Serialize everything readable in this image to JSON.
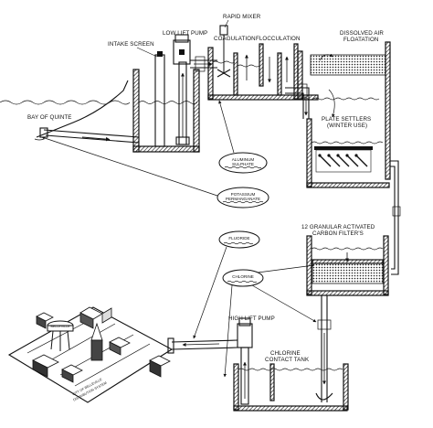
{
  "labels": {
    "rapid_mixer": "RAPID MIXER",
    "low_lift_pump": "LOW LIFT PUMP",
    "intake_screen": "INTAKE SCREEN",
    "coagulation": "COAGULATION",
    "flocculation": "FLOCCULATION",
    "dissolved_air_1": "DISSOLVED AIR",
    "dissolved_air_2": "FLOATATION",
    "bay_of_quinte": "BAY OF QUINTE",
    "plate_settlers_1": "PLATE SETTLERS",
    "plate_settlers_2": "(WINTER USE)",
    "gac_1": "12 GRANULAR ACTIVATED",
    "gac_2": "CARBON FILTER'S",
    "high_lift_pump": "HIGH LIFT PUMP",
    "chlorine_tank_1": "CHLORINE",
    "chlorine_tank_2": "CONTACT TANK",
    "city_1": "CITY OF BELLEVILLE",
    "city_2": "DISTRIBUTION SYSTEM"
  },
  "chemicals": {
    "aluminum_1": "ALUMINUM",
    "aluminum_2": "SULPHATE",
    "potassium_1": "POTASSIUM",
    "potassium_2": "PERMANGANATE",
    "fluoride": "FLUORIDE",
    "chlorine": "CHLORINE"
  },
  "city": {
    "building_a": "BELLEVILLE"
  }
}
